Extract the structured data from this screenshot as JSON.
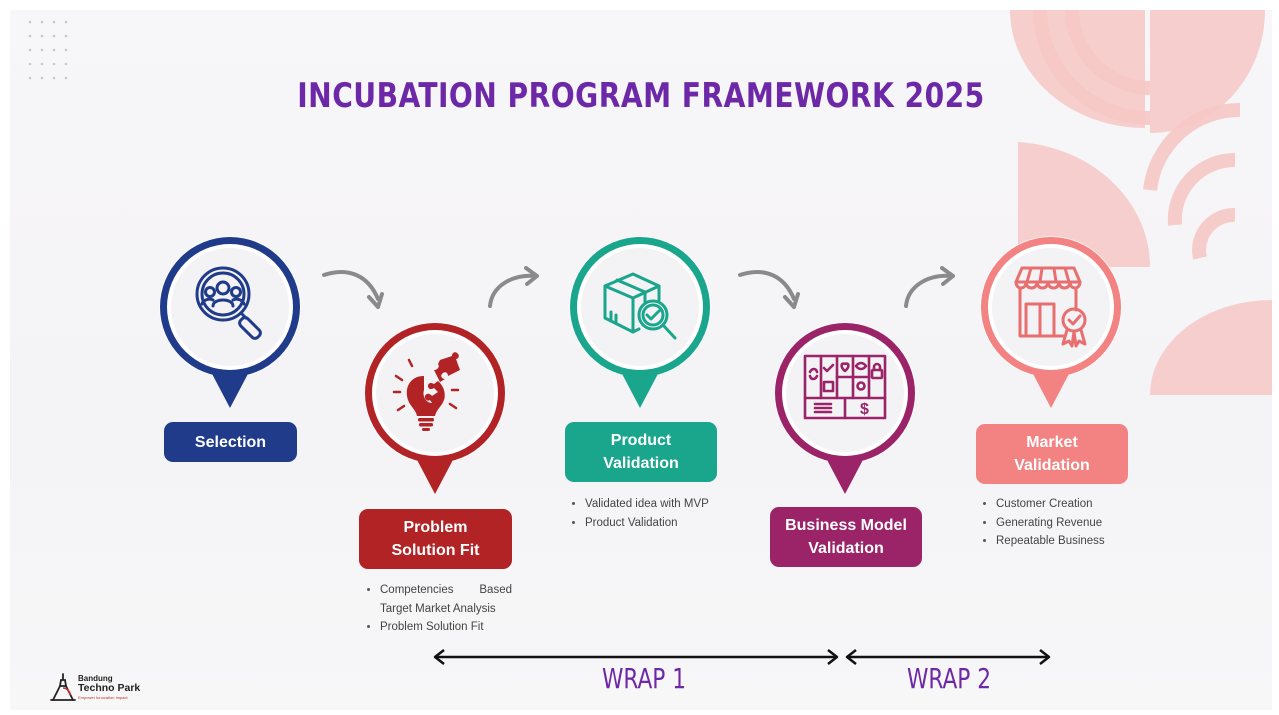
{
  "title": "INCUBATION PROGRAM FRAMEWORK 2025",
  "colors": {
    "title": "#6d28a8",
    "selection": "#1f3b8a",
    "problem": "#b22326",
    "product": "#1aa58d",
    "business": "#9b2469",
    "market": "#f38282"
  },
  "stages": [
    {
      "id": "selection",
      "label": "Selection",
      "icon": "search-people-icon",
      "bullets": []
    },
    {
      "id": "problem",
      "label_line1": "Problem",
      "label_line2": "Solution Fit",
      "icon": "lightbulb-puzzle-icon",
      "bullets": [
        "Competencies",
        "Based",
        "Target Market Analysis",
        "Problem Solution Fit"
      ]
    },
    {
      "id": "product",
      "label_line1": "Product",
      "label_line2": "Validation",
      "icon": "box-checkmark-icon",
      "bullets": [
        "Validated idea with MVP",
        "Product Validation"
      ]
    },
    {
      "id": "business",
      "label_line1": "Business Model",
      "label_line2": "Validation",
      "icon": "business-canvas-icon",
      "bullets": []
    },
    {
      "id": "market",
      "label_line1": "Market",
      "label_line2": "Validation",
      "icon": "store-badge-icon",
      "bullets": [
        "Customer Creation",
        "Generating Revenue",
        "Repeatable Business"
      ]
    }
  ],
  "wraps": [
    {
      "label": "WRAP 1"
    },
    {
      "label": "WRAP 2"
    }
  ],
  "logo": {
    "line1": "Bandung",
    "line2": "Techno Park",
    "line3": "Empower Innovation Impact"
  }
}
